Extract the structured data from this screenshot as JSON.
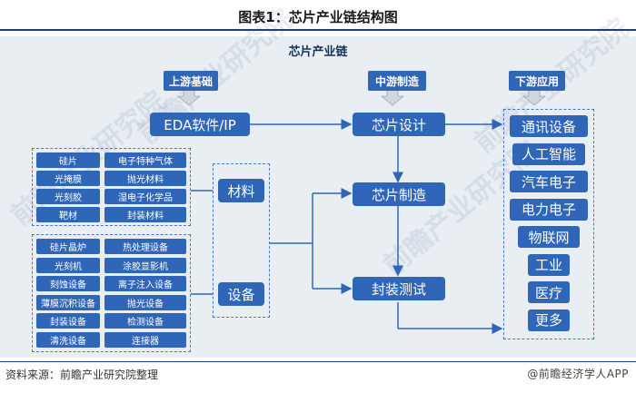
{
  "title": "图表1：芯片产业链结构图",
  "diagram_title": "芯片产业链",
  "tags": {
    "upstream": "上游基础",
    "midstream": "中游制造",
    "downstream": "下游应用"
  },
  "nodes": {
    "eda": "EDA软件/IP",
    "design": "芯片设计",
    "manufacture": "芯片制造",
    "packaging": "封装测试",
    "materials": "材料",
    "equipment": "设备"
  },
  "materials_grid": [
    [
      "硅片",
      "电子特种气体"
    ],
    [
      "光掩膜",
      "抛光材料"
    ],
    [
      "光刻胶",
      "湿电子化学品"
    ],
    [
      "靶材",
      "封装材料"
    ]
  ],
  "equipment_grid": [
    [
      "硅片晶炉",
      "热处理设备"
    ],
    [
      "光刻机",
      "涂胶显影机"
    ],
    [
      "刻蚀设备",
      "离子注入设备"
    ],
    [
      "薄膜沉积设备",
      "抛光设备"
    ],
    [
      "封装设备",
      "检测设备"
    ],
    [
      "清洗设备",
      "连接器"
    ]
  ],
  "applications": [
    "通讯设备",
    "人工智能",
    "汽车电子",
    "电力电子",
    "物联网",
    "工业",
    "医疗",
    "更多"
  ],
  "source": "资料来源：前瞻产业研究院整理",
  "footer_watermark": "@前瞻经济学人APP",
  "watermark_text": "前瞻产业研究院",
  "colors": {
    "box": "#2f66b8",
    "panel": "#e9eef2",
    "line": "#1f3c88"
  }
}
